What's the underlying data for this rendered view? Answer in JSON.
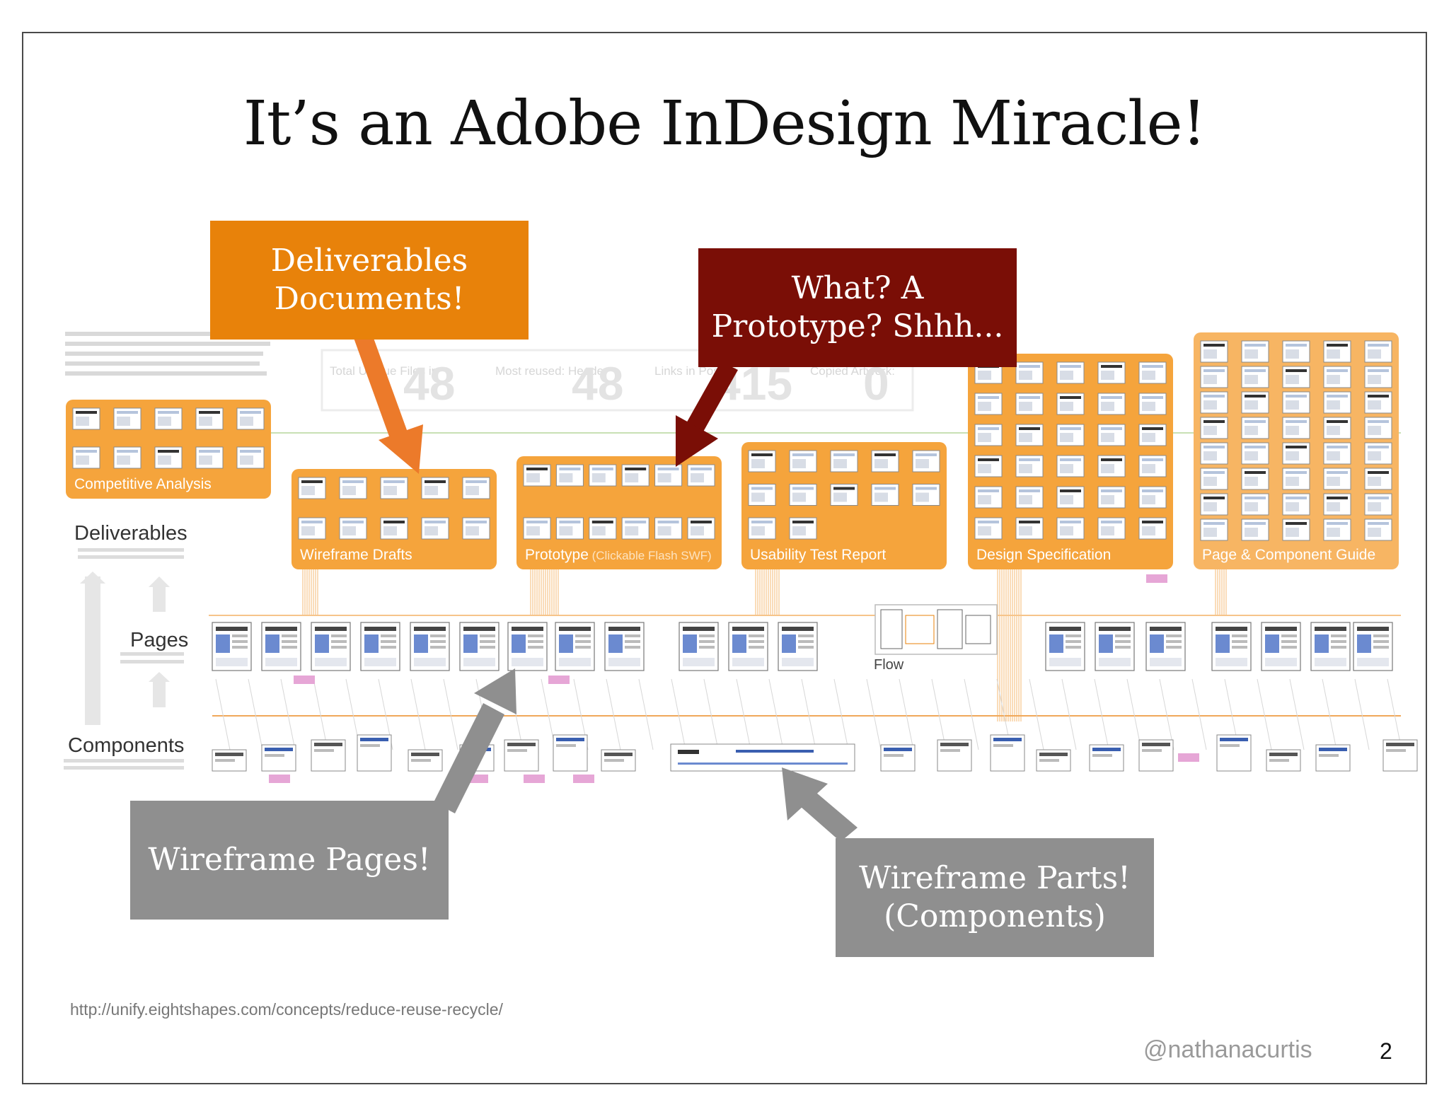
{
  "slide": {
    "title": "It’s an Adobe InDesign Miracle!",
    "source_url": "http://unify.eightshapes.com/concepts/reduce-reuse-recycle/",
    "handle": "@nathanacurtis",
    "page_number": "2"
  },
  "callouts": {
    "deliverables": "Deliverables\nDocuments!",
    "prototype": "What? A\nPrototype? Shhh...",
    "wireframe_pages": "Wireframe Pages!",
    "wireframe_parts": "Wireframe Parts!\n(Components)"
  },
  "diagram": {
    "stats": [
      {
        "label": "Total Unique Files in",
        "value": "48"
      },
      {
        "label": "Most reused: Header",
        "value": "48"
      },
      {
        "label": "Links in Poster:",
        "value": "415"
      },
      {
        "label": "Copied Artwork:",
        "value": "0"
      }
    ],
    "deliverables": [
      "Competitive Analysis",
      "Wireframe Drafts",
      "Prototype",
      "Usability Test Report",
      "Design Specification",
      "Page & Component Guide"
    ],
    "prototype_note": "(Clickable Flash SWF)",
    "levels": {
      "deliverables": "Deliverables",
      "pages": "Pages",
      "components": "Components"
    },
    "flow_label": "Flow"
  },
  "colors": {
    "orange": "#e8820a",
    "dark_red": "#7a0e06",
    "gray": "#8f8f8f",
    "panel_orange": "#f5a43c"
  }
}
